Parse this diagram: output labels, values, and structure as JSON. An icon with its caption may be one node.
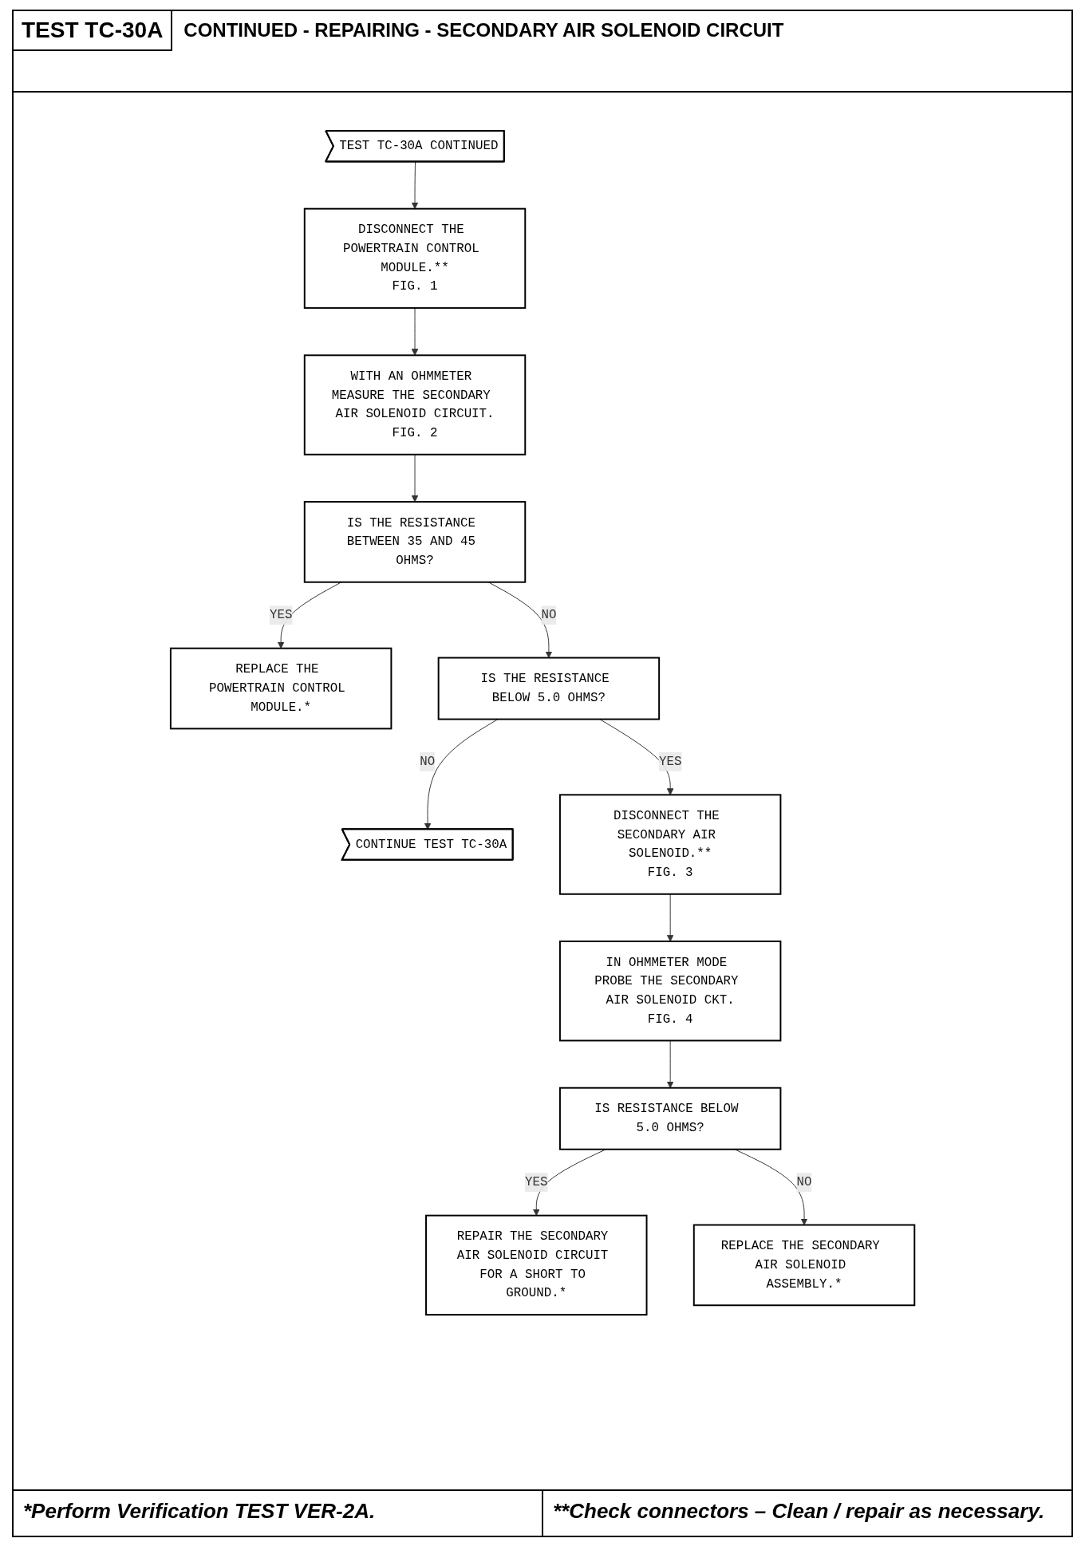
{
  "diagram": {
    "title": "CONTINUED - REPAIRING - SECONDARY AIR SOLENOID CIRCUIT",
    "nodes": [
      {
        "text": [
          "TEST TC-30A CONTINUED"
        ]
      },
      {
        "text": [
          "DISCONNECT THE POWERTRAIN CONTROL MODULE.**",
          "FIG. 1"
        ]
      },
      {
        "text": [
          "WITH AN OHMMETER MEASURE THE SECONDARY AIR SOLENOID CIRCUIT.",
          "FIG. 2"
        ]
      },
      {
        "text": [
          "IS THE RESISTANCE BETWEEN 35 AND 45 OHMS?"
        ]
      },
      {
        "text": [
          "REPLACE THE POWERTRAIN CONTROL MODULE.*"
        ]
      },
      {
        "text": [
          "IS THE RESISTANCE BELOW 5.0 OHMS?"
        ]
      },
      {
        "text": [
          "CONTINUE TEST TC-30A"
        ]
      },
      {
        "text": [
          "DISCONNECT THE SECONDARY AIR SOLENOID.**",
          "FIG. 3"
        ]
      },
      {
        "text": [
          "IN OHMMETER MODE PROBE THE SECONDARY AIR SOLENOID CKT.",
          "FIG. 4"
        ]
      },
      {
        "text": [
          "IS RESISTANCE BELOW 5.0 OHMS?"
        ]
      },
      {
        "text": [
          "REPAIR THE SECONDARY AIR SOLENOID CIRCUIT FOR A SHORT TO GROUND.*"
        ]
      },
      {
        "text": [
          "REPLACE THE SECONDARY AIR SOLENOID ASSEMBLY.*"
        ]
      }
    ],
    "edges": [
      {
        "from": 0,
        "to": 1,
        "arrow": "to"
      },
      {
        "from": 1,
        "to": 2,
        "arrow": "to"
      },
      {
        "from": 2,
        "to": 3,
        "arrow": "to"
      },
      {
        "from": 3,
        "to": 4,
        "arrow": "to",
        "label": "YES"
      },
      {
        "from": 3,
        "to": 5,
        "arrow": "to",
        "label": "NO"
      },
      {
        "from": 5,
        "to": 6,
        "arrow": "to",
        "label": "NO"
      },
      {
        "from": 5,
        "to": 7,
        "arrow": "to",
        "label": "YES"
      },
      {
        "from": 7,
        "to": 8,
        "arrow": "to"
      },
      {
        "from": 8,
        "to": 9,
        "arrow": "to"
      },
      {
        "from": 9,
        "to": 10,
        "arrow": "to",
        "label": "YES"
      },
      {
        "from": 9,
        "to": 11,
        "arrow": "to",
        "label": "NO"
      }
    ],
    "labels": [
      "TEST TC-30A",
      "*Perform Verification TEST VER-2A.",
      "**Check connectors – Clean / repair as necessary."
    ]
  }
}
